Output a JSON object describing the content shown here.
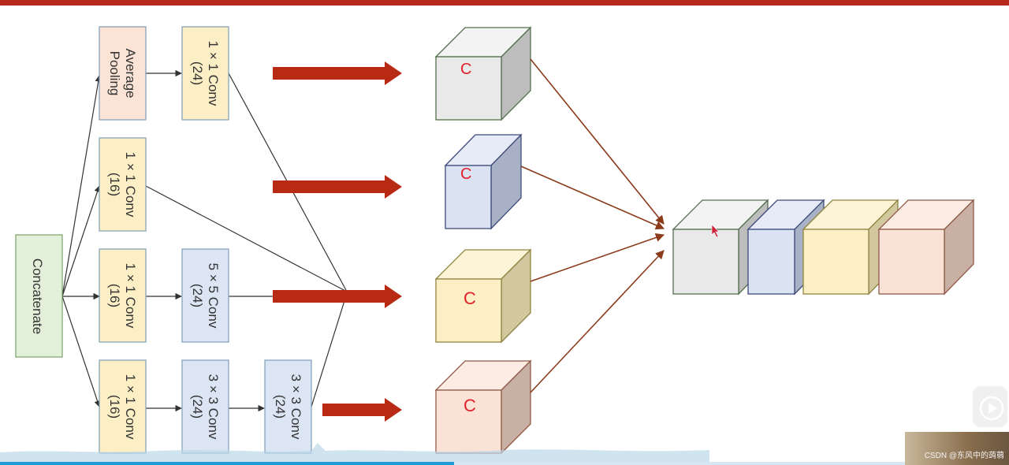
{
  "colors": {
    "topbar": "#b52a1c",
    "arrow_red": "#b82a14",
    "arrow_brown": "#8b3a1a",
    "line": "#333333",
    "cube_gray": "#e8e9e8",
    "cube_blue": "#dbe2f1",
    "cube_yellow": "#fcefc6",
    "cube_peach": "#fbe2d6",
    "box_pool": "#fbe3d6",
    "box_conv1": "#fcefc6",
    "box_conv_blue": "#dbe5f4",
    "box_concat": "#e2f0d9",
    "progress": "#1e9bd7"
  },
  "diagram": {
    "concatenate": "Concatenate",
    "avg_pool": [
      "Average",
      "Pooling"
    ],
    "branch1_conv": [
      "1 × 1 Conv",
      "(24)"
    ],
    "branch2_conv": [
      "1 × 1 Conv",
      "(16)"
    ],
    "branch3_conv1": [
      "1 × 1 Conv",
      "(16)"
    ],
    "branch3_conv2": [
      "5 × 5 Conv",
      "(24)"
    ],
    "branch4_conv1": [
      "1 × 1 Conv",
      "(16)"
    ],
    "branch4_conv2": [
      "3 × 3 Conv",
      "(24)"
    ],
    "branch4_conv3": [
      "3 × 3 Conv",
      "(24)"
    ],
    "cube_mark": "C"
  },
  "player": {
    "play_icon": "play-icon",
    "watermark": "CSDN @东风中的蒟蒻",
    "progress_fraction": 0.45
  }
}
